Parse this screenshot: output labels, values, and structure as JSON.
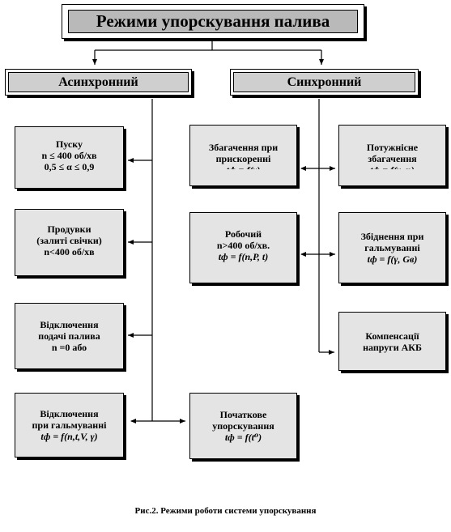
{
  "title": "Режими упорскування палива",
  "categories": {
    "async": "Асинхронний",
    "sync": "Синхронний"
  },
  "async_modes": {
    "start": {
      "l1": "Пуску",
      "l2": "n ≤ 400 об/хв",
      "l3": "0,5 ≤ α ≤ 0,9",
      "l4": "……"
    },
    "purge": {
      "l1": "Продувки",
      "l2": "(залиті свічки)",
      "l3": "n<400 об/хв",
      "l4": "…"
    },
    "cutoff": {
      "l1": "Відключення",
      "l2": "подачі палива",
      "l3": "n =0 або"
    },
    "brake_cutoff": {
      "l1": "Відключення",
      "l2": "при гальмуванні",
      "l3": "tф = f(n,t,V, γ)"
    }
  },
  "sync_modes": {
    "accel": {
      "l1": "Збагачення при",
      "l2": "прискоренні",
      "l3": "tф = f(γ)"
    },
    "power": {
      "l1": "Потужнісне",
      "l2": "збагачення",
      "l3": "tф = f(γ, n)"
    },
    "working": {
      "l1": "Робочий",
      "l2": "n>400 об/хв.",
      "l3": "tф = f(n,P, t)",
      "l4": "…"
    },
    "brake_lean": {
      "l1": "Збіднення при",
      "l2": "гальмуванні",
      "l3": "tф = f(γ, Gв)"
    },
    "battery": {
      "l1": "Компенсації",
      "l2": "напруги АКБ"
    },
    "initial": {
      "l1": "Початкове",
      "l2": "упорскування",
      "l3": "tф = f(t⁰)"
    }
  },
  "caption": "Рис.2. Режими роботи системи упорскування"
}
